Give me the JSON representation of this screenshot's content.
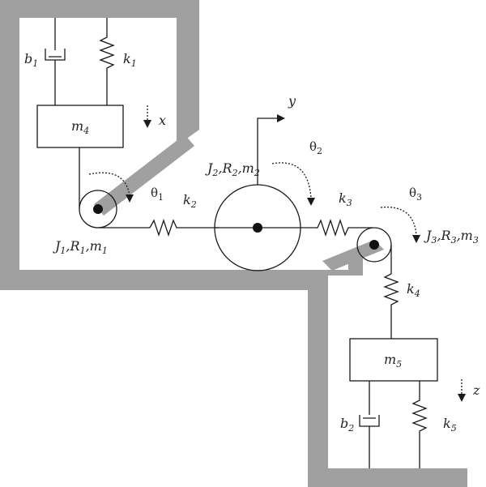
{
  "colors": {
    "wall": "#a0a0a0",
    "line": "#1a1a1a",
    "background": "#ffffff"
  },
  "labels": {
    "b1": {
      "base": "b",
      "sub": "1"
    },
    "k1": {
      "base": "k",
      "sub": "1"
    },
    "m4": {
      "base": "m",
      "sub": "4"
    },
    "x": "x",
    "y": "y",
    "theta1": {
      "base": "θ",
      "sub": "1"
    },
    "theta2": {
      "base": "θ",
      "sub": "2"
    },
    "theta3": {
      "base": "θ",
      "sub": "3"
    },
    "k2": {
      "base": "k",
      "sub": "2"
    },
    "k3": {
      "base": "k",
      "sub": "3"
    },
    "k4": {
      "base": "k",
      "sub": "4"
    },
    "k5": {
      "base": "k",
      "sub": "5"
    },
    "b2": {
      "base": "b",
      "sub": "2"
    },
    "m5": {
      "base": "m",
      "sub": "5"
    },
    "z": "z",
    "pulley1": {
      "J": "J",
      "Js": "1",
      "R": "R",
      "Rs": "1",
      "m": "m",
      "ms": "1",
      "sep": ","
    },
    "pulley2": {
      "J": "J",
      "Js": "2",
      "R": "R",
      "Rs": "2",
      "m": "m",
      "ms": "2",
      "sep": ","
    },
    "pulley3": {
      "J": "J",
      "Js": "3",
      "R": "R",
      "Rs": "3",
      "m": "m",
      "ms": "3",
      "sep": ","
    }
  }
}
